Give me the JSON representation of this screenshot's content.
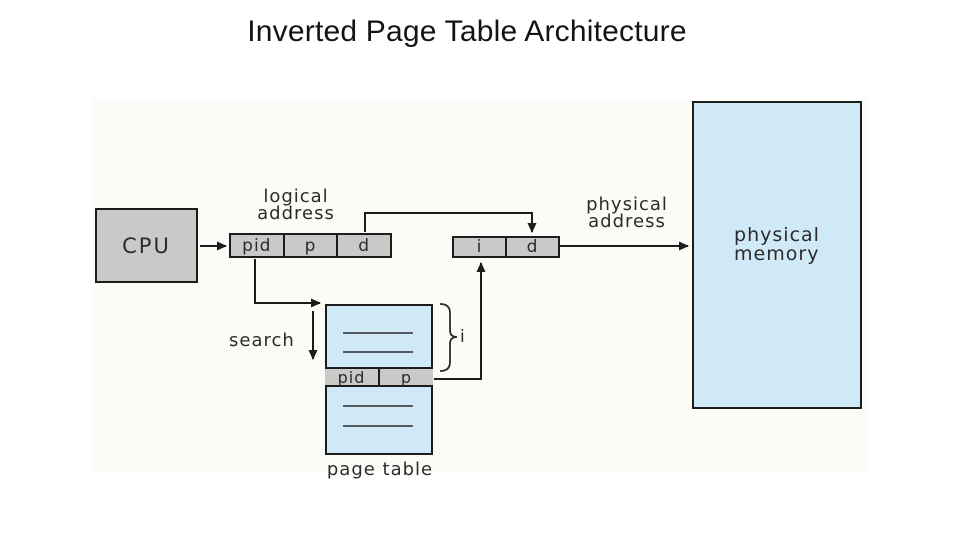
{
  "slide": {
    "title": "Inverted Page Table Architecture"
  },
  "colors": {
    "box_gray": "#c9c9c7",
    "box_blue": "#cfe9f6",
    "line": "#1c1c1c",
    "text": "#2b2b2b",
    "background": "#ffffff"
  },
  "diagram": {
    "cpu": {
      "label": "CPU"
    },
    "logical_address_label": {
      "line1": "logical",
      "line2": "address"
    },
    "physical_address_label": {
      "line1": "physical",
      "line2": "address"
    },
    "logical_register": {
      "cells": [
        "pid",
        "p",
        "d"
      ]
    },
    "index_register": {
      "cells": [
        "i",
        "d"
      ]
    },
    "physical_memory": {
      "line1": "physical",
      "line2": "memory"
    },
    "page_table": {
      "row_cells": [
        "pid",
        "p"
      ],
      "caption": "page table"
    },
    "search_label": "search",
    "brace_label": "i"
  }
}
